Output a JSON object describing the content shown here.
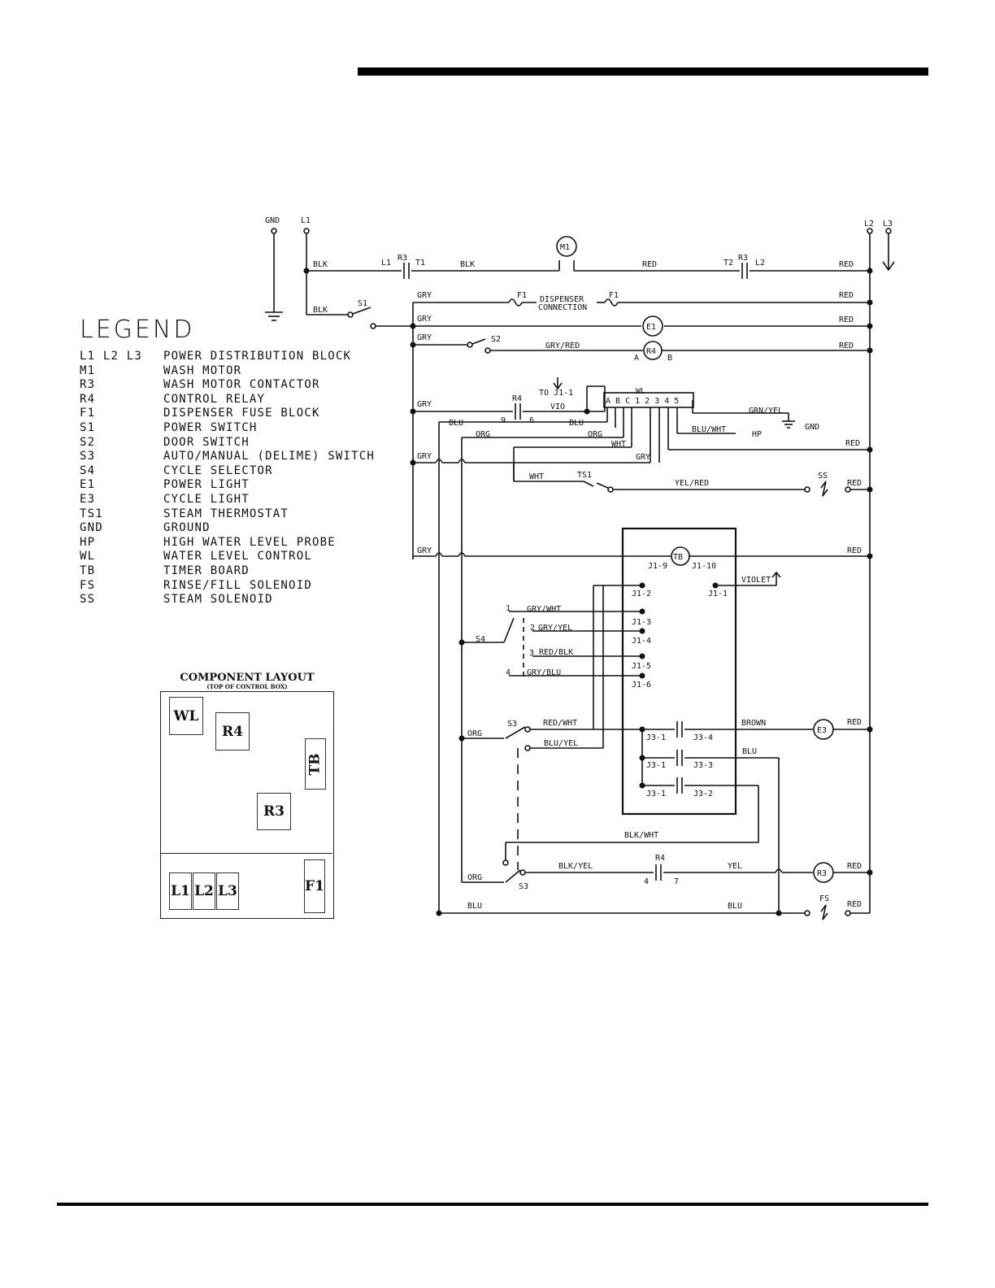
{
  "legend": {
    "title": "LEGEND",
    "items": [
      {
        "code": "L1 L2 L3",
        "desc": "POWER DISTRIBUTION BLOCK"
      },
      {
        "code": "M1",
        "desc": "WASH MOTOR"
      },
      {
        "code": "R3",
        "desc": "WASH MOTOR CONTACTOR"
      },
      {
        "code": "R4",
        "desc": "CONTROL RELAY"
      },
      {
        "code": "F1",
        "desc": "DISPENSER FUSE BLOCK"
      },
      {
        "code": "S1",
        "desc": "POWER SWITCH"
      },
      {
        "code": "S2",
        "desc": "DOOR SWITCH"
      },
      {
        "code": "S3",
        "desc": "AUTO/MANUAL (DELIME) SWITCH"
      },
      {
        "code": "S4",
        "desc": "CYCLE SELECTOR"
      },
      {
        "code": "E1",
        "desc": "POWER LIGHT"
      },
      {
        "code": "E3",
        "desc": "CYCLE LIGHT"
      },
      {
        "code": "TS1",
        "desc": "STEAM THERMOSTAT"
      },
      {
        "code": "GND",
        "desc": "GROUND"
      },
      {
        "code": "HP",
        "desc": "HIGH WATER LEVEL PROBE"
      },
      {
        "code": "WL",
        "desc": "WATER LEVEL CONTROL"
      },
      {
        "code": "TB",
        "desc": "TIMER BOARD"
      },
      {
        "code": "FS",
        "desc": "RINSE/FILL SOLENOID"
      },
      {
        "code": "SS",
        "desc": "STEAM SOLENOID"
      }
    ]
  },
  "component_layout": {
    "title": "COMPONENT LAYOUT",
    "subtitle": "(TOP OF CONTROL BOX)",
    "components": {
      "wl": "WL",
      "r4": "R4",
      "tb": "TB",
      "r3": "R3",
      "l1": "L1",
      "l2": "L2",
      "l3": "L3",
      "f1": "F1"
    }
  },
  "schematic": {
    "terminals": {
      "gnd": "GND",
      "l1": "L1",
      "l2": "L2",
      "l3": "L3"
    },
    "components": {
      "m1": "M1",
      "e1": "E1",
      "r4": "R4",
      "tb": "TB",
      "e3": "E3",
      "r3": "R3",
      "wl": "WL",
      "s1": "S1",
      "s2": "S2",
      "s3a": "S3",
      "s3b": "S3",
      "s4": "S4",
      "ts1": "TS1",
      "ss": "SS",
      "fs": "FS",
      "f1a": "F1",
      "f1b": "F1",
      "l1c": "L1",
      "r3a": "R3",
      "t1": "T1",
      "t2": "T2",
      "r3b": "R3",
      "l2c": "L2",
      "r4b": "R4",
      "r4c": "R4"
    },
    "notes": {
      "dispenser1": "DISPENSER",
      "dispenser2": "CONNECTION",
      "to_j1": "TO J1-1",
      "hp": "HP",
      "gnd2": "GND",
      "violet": "VIOLET",
      "wl_pins": "A B C  1 2 3 4 5",
      "r4_a": "A",
      "r4_b": "B",
      "p9": "9",
      "p6": "6",
      "p4": "4",
      "p7": "7",
      "s4_1": "1",
      "s4_2": "2",
      "s4_3": "3",
      "s4_4": "4"
    },
    "wires": {
      "blk1": "BLK",
      "blk2": "BLK",
      "red1": "RED",
      "red_top": "RED",
      "blk3": "BLK",
      "gry1": "GRY",
      "red2": "RED",
      "gry2": "GRY",
      "red3": "RED",
      "gry3": "GRY",
      "gryred": "GRY/RED",
      "red4": "RED",
      "gry4": "GRY",
      "vio": "VIO",
      "blu1": "BLU",
      "blu2": "BLU",
      "org1": "ORG",
      "org2": "ORG",
      "grnyel": "GRN/YEL",
      "bluwht": "BLU/WHT",
      "wht1": "WHT",
      "red5": "RED",
      "gry5": "GRY",
      "gry6": "GRY",
      "wht2": "WHT",
      "yelred": "YEL/RED",
      "red6": "RED",
      "gry7": "GRY",
      "red7": "RED",
      "grywht": "GRY/WHT",
      "gryyel": "GRY/YEL",
      "redblk": "RED/BLK",
      "gryblu": "GRY/BLU",
      "redwht": "RED/WHT",
      "bluyel": "BLU/YEL",
      "org3": "ORG",
      "brown": "BROWN",
      "red8": "RED",
      "blu3": "BLU",
      "blkwht": "BLK/WHT",
      "blkyel": "BLK/YEL",
      "yel": "YEL",
      "org4": "ORG",
      "red9": "RED",
      "blu4": "BLU",
      "blu5": "BLU",
      "red10": "RED"
    },
    "timer_pins": {
      "j1_9": "J1-9",
      "j1_10": "J1-10",
      "j1_2": "J1-2",
      "j1_1": "J1-1",
      "j1_3": "J1-3",
      "j1_4": "J1-4",
      "j1_5": "J1-5",
      "j1_6": "J1-6",
      "j3_1a": "J3-1",
      "j3_4": "J3-4",
      "j3_1b": "J3-1",
      "j3_3": "J3-3",
      "j3_1c": "J3-1",
      "j3_2": "J3-2"
    }
  }
}
